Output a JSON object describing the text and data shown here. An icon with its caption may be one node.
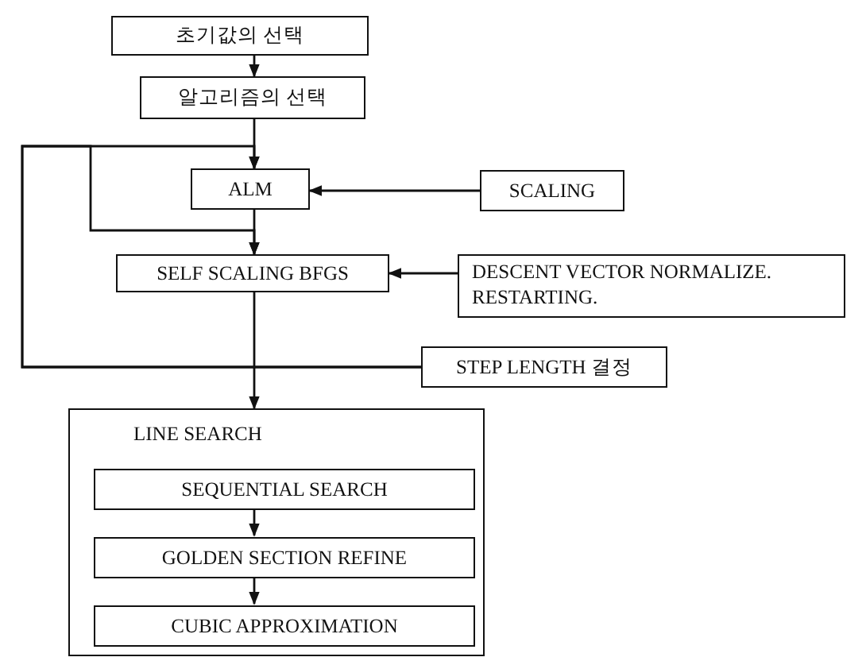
{
  "diagram": {
    "nodes": [
      {
        "text": [
          "초기값의 선택"
        ]
      },
      {
        "text": [
          "알고리즘의 선택"
        ]
      },
      {
        "text": [
          "ALM"
        ]
      },
      {
        "text": [
          "SCALING"
        ]
      },
      {
        "text": [
          "SELF SCALING BFGS"
        ]
      },
      {
        "text": [
          "DESCENT VECTOR NORMALIZE. RESTARTING."
        ]
      },
      {
        "text": [
          "STEP LENGTH 결정"
        ]
      },
      {
        "text": [
          "LINE SEARCH"
        ]
      },
      {
        "text": [
          "SEQUENTIAL SEARCH"
        ],
        "in": 7
      },
      {
        "text": [
          "GOLDEN SECTION REFINE"
        ],
        "in": 7
      },
      {
        "text": [
          "CUBIC APPROXIMATION"
        ],
        "in": 7
      }
    ],
    "edges": [
      {
        "from": 0,
        "to": 1,
        "arrow": "to"
      },
      {
        "from": 1,
        "to": 2,
        "arrow": "to"
      },
      {
        "from": 3,
        "to": 2,
        "arrow": "to"
      },
      {
        "from": 2,
        "to": 4,
        "arrow": "to"
      },
      {
        "from": 5,
        "to": 4,
        "arrow": "to"
      },
      {
        "from": 4,
        "to": 7,
        "arrow": "to"
      },
      {
        "from": 6,
        "to": 2,
        "arrow": "to"
      },
      {
        "from": 6,
        "to": 4,
        "arrow": "to"
      },
      {
        "from": 8,
        "to": 9,
        "arrow": "to"
      },
      {
        "from": 9,
        "to": 10,
        "arrow": "to"
      }
    ]
  }
}
